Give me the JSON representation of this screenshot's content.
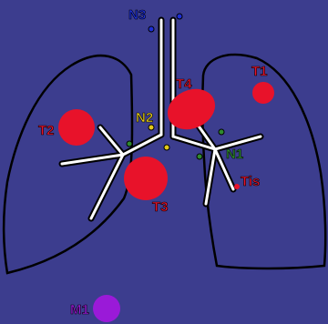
{
  "labels": {
    "n3": "N3",
    "t1": "T1",
    "t4": "T4",
    "t2": "T2",
    "n2": "N2",
    "n1": "N1",
    "tis": "Tis",
    "t3": "T3",
    "m1": "M1"
  },
  "colors": {
    "background": "#3c3d8e",
    "outline": "#ffffff",
    "tumor": "#e8122a",
    "n1": "#2f8a2f",
    "n2": "#e2c81a",
    "n3": "#1d2fd6",
    "m1": "#9a1ad8",
    "stroke": "#000000"
  }
}
